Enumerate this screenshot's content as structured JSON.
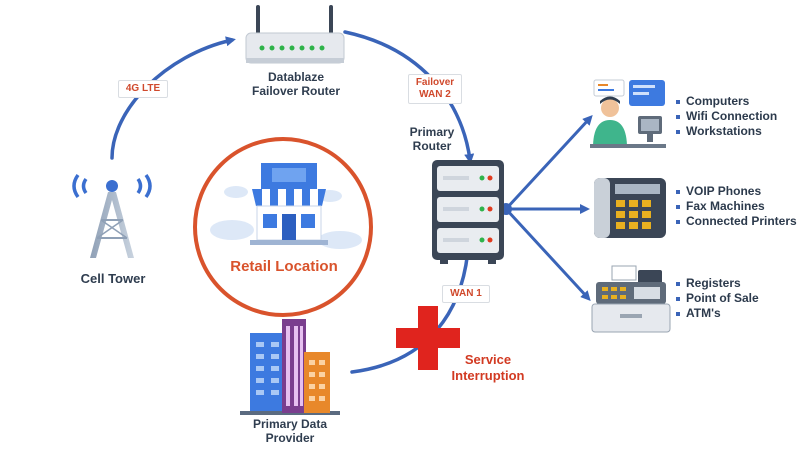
{
  "nodes": {
    "failover_router": {
      "label_lines": [
        "Datablaze",
        "Failover Router"
      ]
    },
    "primary_router": {
      "label_lines": [
        "Primary",
        "Router"
      ]
    },
    "cell_tower": {
      "label": "Cell Tower"
    },
    "data_provider": {
      "label_lines": [
        "Primary  Data",
        "Provider"
      ]
    },
    "retail": {
      "label": "Retail Location"
    }
  },
  "links": {
    "lte": "4G LTE",
    "failover_wan2_lines": [
      "Failover",
      "WAN 2"
    ],
    "wan1": "WAN 1"
  },
  "interruption": {
    "label_lines": [
      "Service",
      "Interruption"
    ]
  },
  "devices": {
    "computers": [
      "Computers",
      "Wifi Connection",
      "Workstations"
    ],
    "phones": [
      "VOIP Phones",
      "Fax Machines",
      "Connected Printers"
    ],
    "pos": [
      "Registers",
      "Point of Sale",
      "ATM's"
    ]
  },
  "colors": {
    "link_blue": "#3a64b8",
    "accent_red": "#e03a1e",
    "retail_ring": "#d9532c",
    "text_dark": "#2f3d4f"
  }
}
